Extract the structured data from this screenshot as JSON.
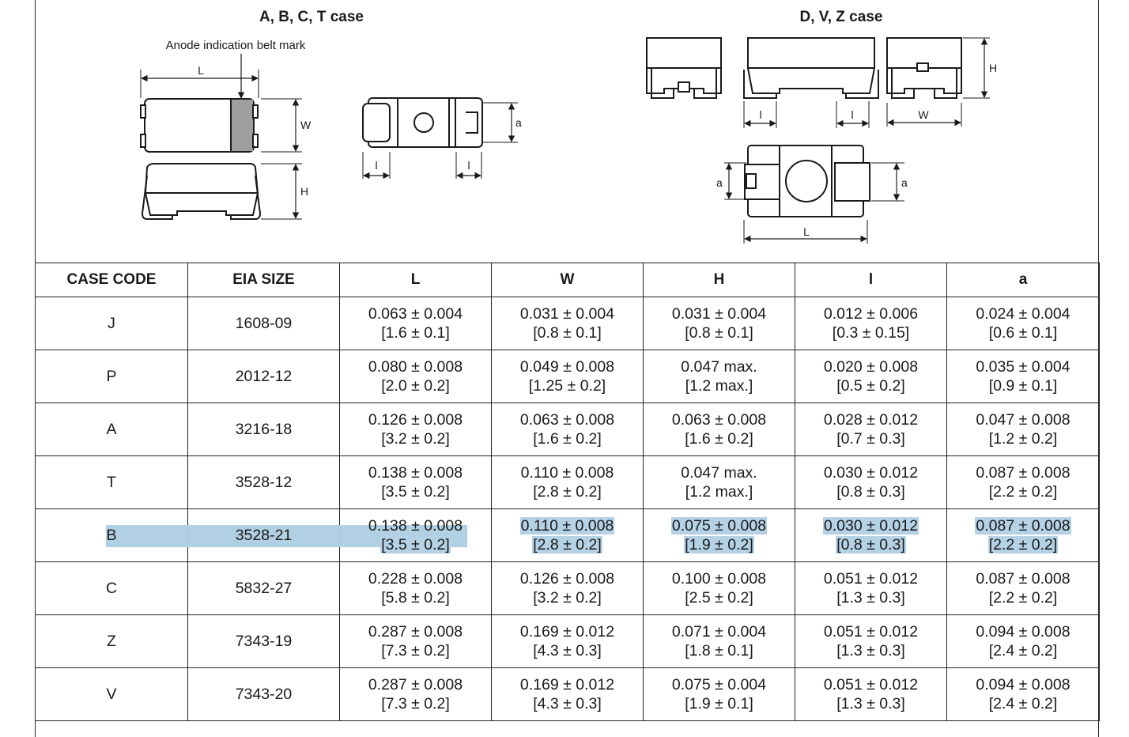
{
  "figure": {
    "left_title": "A, B, C, T case",
    "right_title": "D, V, Z case",
    "anode_label": "Anode indication belt mark",
    "dim_labels": {
      "L": "L",
      "W": "W",
      "H": "H",
      "l": "l",
      "a": "a"
    }
  },
  "table": {
    "headers": [
      "CASE CODE",
      "EIA SIZE",
      "L",
      "W",
      "H",
      "l",
      "a"
    ],
    "rows": [
      {
        "code": "J",
        "eia": "1608-09",
        "cells": [
          [
            "0.063 ± 0.004",
            "[1.6 ± 0.1]"
          ],
          [
            "0.031 ± 0.004",
            "[0.8 ± 0.1]"
          ],
          [
            "0.031 ± 0.004",
            "[0.8 ± 0.1]"
          ],
          [
            "0.012 ± 0.006",
            "[0.3 ± 0.15]"
          ],
          [
            "0.024 ± 0.004",
            "[0.6 ± 0.1]"
          ]
        ]
      },
      {
        "code": "P",
        "eia": "2012-12",
        "cells": [
          [
            "0.080 ± 0.008",
            "[2.0 ± 0.2]"
          ],
          [
            "0.049 ± 0.008",
            "[1.25 ± 0.2]"
          ],
          [
            "0.047 max.",
            "[1.2 max.]"
          ],
          [
            "0.020 ± 0.008",
            "[0.5 ± 0.2]"
          ],
          [
            "0.035 ± 0.004",
            "[0.9 ± 0.1]"
          ]
        ]
      },
      {
        "code": "A",
        "eia": "3216-18",
        "cells": [
          [
            "0.126 ± 0.008",
            "[3.2 ± 0.2]"
          ],
          [
            "0.063 ± 0.008",
            "[1.6 ± 0.2]"
          ],
          [
            "0.063 ± 0.008",
            "[1.6 ± 0.2]"
          ],
          [
            "0.028 ± 0.012",
            "[0.7 ± 0.3]"
          ],
          [
            "0.047 ± 0.008",
            "[1.2 ± 0.2]"
          ]
        ]
      },
      {
        "code": "T",
        "eia": "3528-12",
        "cells": [
          [
            "0.138 ± 0.008",
            "[3.5 ± 0.2]"
          ],
          [
            "0.110 ± 0.008",
            "[2.8 ± 0.2]"
          ],
          [
            "0.047 max.",
            "[1.2 max.]"
          ],
          [
            "0.030 ± 0.012",
            "[0.8 ± 0.3]"
          ],
          [
            "0.087 ± 0.008",
            "[2.2 ± 0.2]"
          ]
        ]
      },
      {
        "code": "B",
        "eia": "3528-21",
        "cells": [
          [
            "0.138 ± 0.008",
            "[3.5 ± 0.2]"
          ],
          [
            "0.110 ± 0.008",
            "[2.8 ± 0.2]"
          ],
          [
            "0.075 ± 0.008",
            "[1.9 ± 0.2]"
          ],
          [
            "0.030 ± 0.012",
            "[0.8 ± 0.3]"
          ],
          [
            "0.087 ± 0.008",
            "[2.2 ± 0.2]"
          ]
        ]
      },
      {
        "code": "C",
        "eia": "5832-27",
        "cells": [
          [
            "0.228 ± 0.008",
            "[5.8 ± 0.2]"
          ],
          [
            "0.126 ± 0.008",
            "[3.2 ± 0.2]"
          ],
          [
            "0.100 ± 0.008",
            "[2.5 ± 0.2]"
          ],
          [
            "0.051 ± 0.012",
            "[1.3 ± 0.3]"
          ],
          [
            "0.087 ± 0.008",
            "[2.2 ± 0.2]"
          ]
        ]
      },
      {
        "code": "Z",
        "eia": "7343-19",
        "cells": [
          [
            "0.287 ± 0.008",
            "[7.3 ± 0.2]"
          ],
          [
            "0.169 ± 0.012",
            "[4.3 ± 0.3]"
          ],
          [
            "0.071 ± 0.004",
            "[1.8 ± 0.1]"
          ],
          [
            "0.051 ± 0.012",
            "[1.3 ± 0.3]"
          ],
          [
            "0.094 ± 0.008",
            "[2.4 ± 0.2]"
          ]
        ]
      },
      {
        "code": "V",
        "eia": "7343-20",
        "cells": [
          [
            "0.287 ± 0.008",
            "[7.3 ± 0.2]"
          ],
          [
            "0.169 ± 0.012",
            "[4.3 ± 0.3]"
          ],
          [
            "0.075 ± 0.004",
            "[1.9 ± 0.1]"
          ],
          [
            "0.051 ± 0.012",
            "[1.3 ± 0.3]"
          ],
          [
            "0.094 ± 0.008",
            "[2.4 ± 0.2]"
          ]
        ]
      }
    ],
    "selected_row": 4,
    "selection_color": "#b5d1e5"
  }
}
